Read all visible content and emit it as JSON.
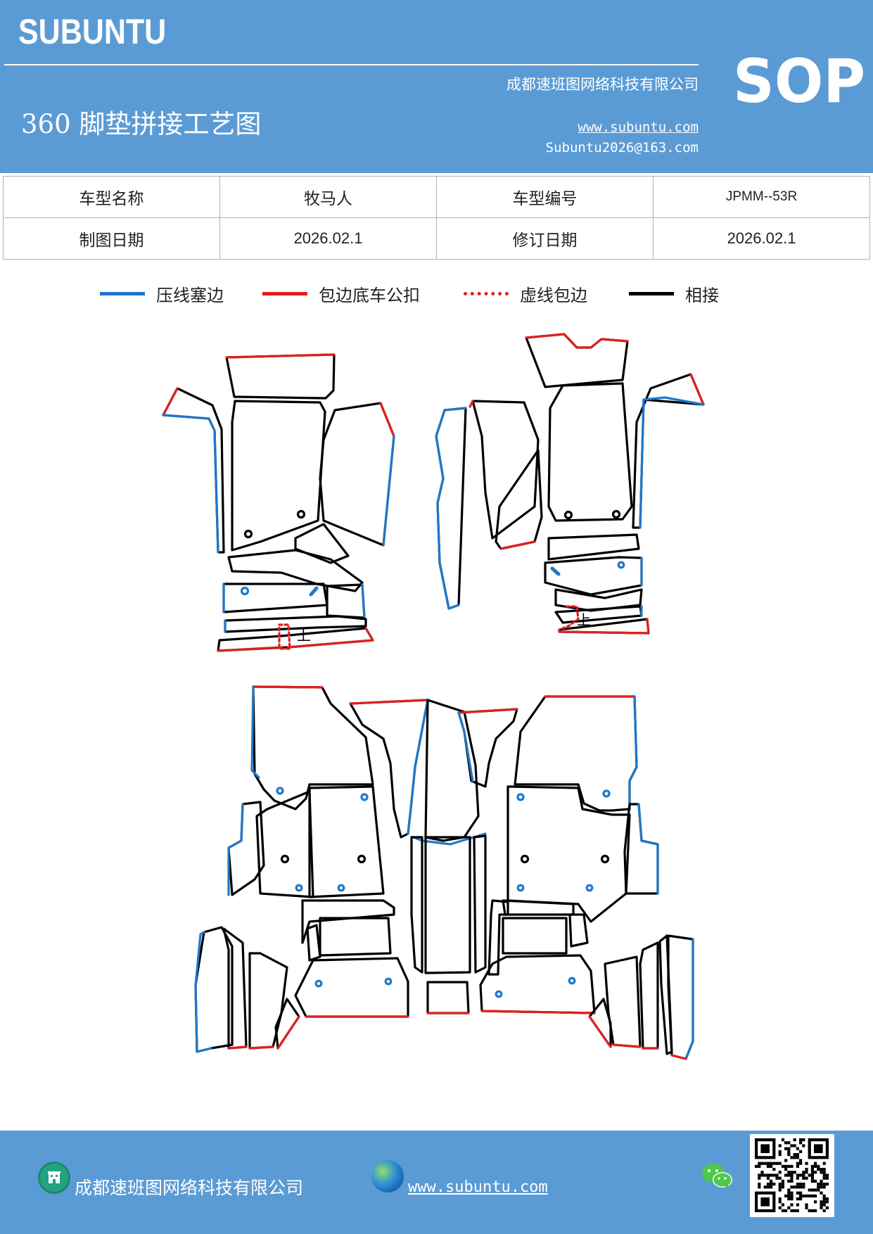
{
  "header": {
    "brand": "SUBUNTU",
    "company": "成都速班图网络科技有限公司",
    "title": "360 脚垫拼接工艺图",
    "website": "www.subuntu.com",
    "email": "Subuntu2026@163.com",
    "badge": "SOP"
  },
  "info_table": {
    "rows": [
      [
        "车型名称",
        "牧马人",
        "车型编号",
        "JPMM--53R"
      ],
      [
        "制图日期",
        "2026.02.1",
        "修订日期",
        "2026.02.1"
      ]
    ]
  },
  "legend": [
    {
      "label": "压线塞边",
      "color": "#1f78c8",
      "style": "solid"
    },
    {
      "label": "包边底车公扣",
      "color": "#e02020",
      "style": "solid"
    },
    {
      "label": "虚线包边",
      "color": "#e02020",
      "style": "dotted"
    },
    {
      "label": "相接",
      "color": "#000000",
      "style": "solid"
    }
  ],
  "diagram": {
    "up_label": "上"
  },
  "footer": {
    "company": "成都速班图网络科技有限公司",
    "website": "www.subuntu.com",
    "icons": [
      "building-icon",
      "globe-icon",
      "wechat-icon",
      "qr-code"
    ]
  },
  "colors": {
    "header_bg": "#5b9bd5",
    "blue_line": "#1f78c8",
    "red_line": "#e02020",
    "black_line": "#000000"
  }
}
